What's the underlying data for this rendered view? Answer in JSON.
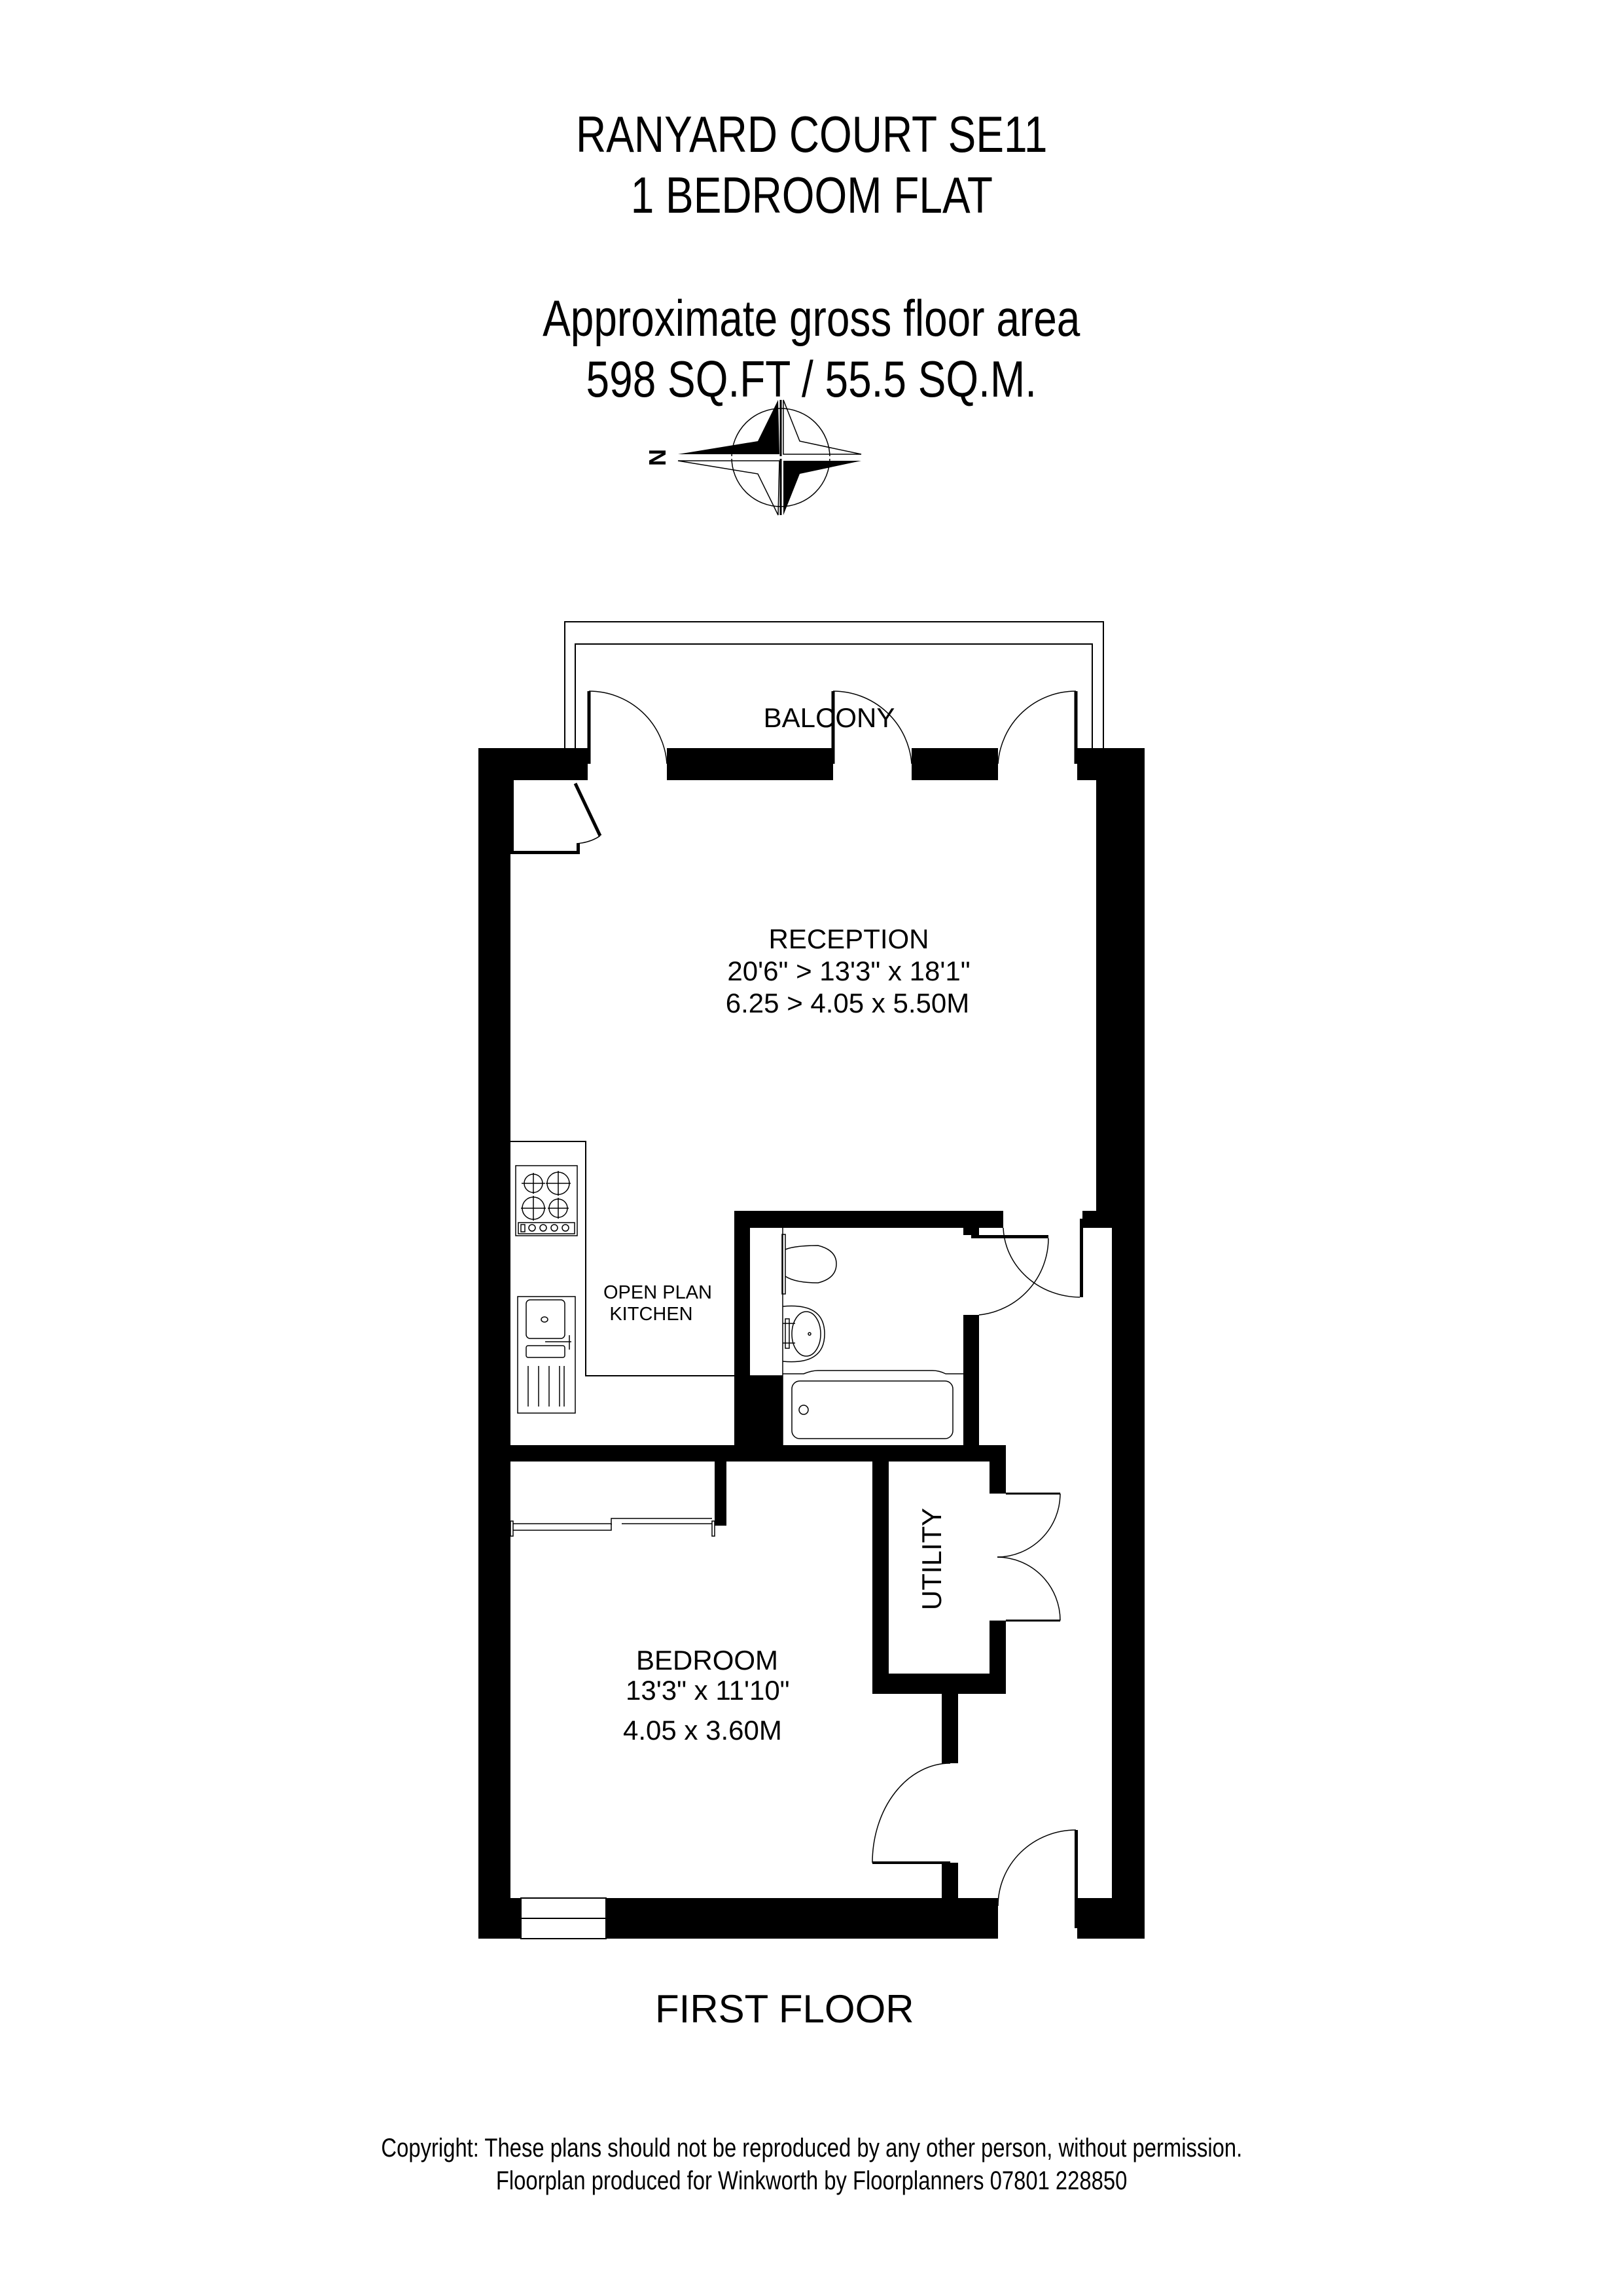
{
  "header": {
    "title_line1": "RANYARD COURT  SE11",
    "title_line2": "1 BEDROOM FLAT",
    "area_label": "Approximate gross floor area",
    "area_value": "598 SQ.FT / 55.5 SQ.M."
  },
  "compass": {
    "icon": "north-arrow-compass-icon",
    "north_label": "N"
  },
  "rooms": {
    "balcony": {
      "name": "BALCONY"
    },
    "reception": {
      "name": "RECEPTION",
      "dimensions_imperial": "20'6\" > 13'3\" x 18'1\"",
      "dimensions_metric": "6.25 > 4.05 x 5.50M"
    },
    "kitchen": {
      "name_line1": "OPEN PLAN",
      "name_line2": "KITCHEN"
    },
    "bedroom": {
      "name": "BEDROOM",
      "dimensions_imperial": "13'3\" x 11'10\"",
      "dimensions_metric": "4.05 x 3.60M"
    },
    "utility": {
      "name": "UTILITY"
    }
  },
  "floor": {
    "label": "FIRST FLOOR"
  },
  "footer": {
    "copyright": "Copyright: These plans should not be reproduced by any other person, without permission.",
    "credit": "Floorplan produced for Winkworth by Floorplanners 07801 228850"
  },
  "colors": {
    "wall": "#000000",
    "background": "#ffffff",
    "line": "#000000"
  }
}
